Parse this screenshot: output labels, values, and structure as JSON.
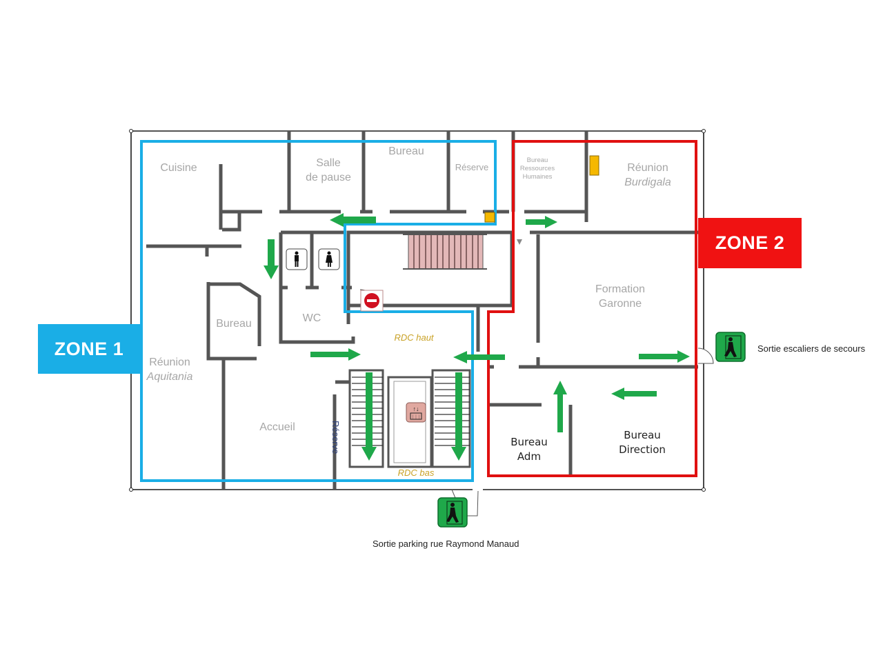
{
  "floor_plan": {
    "zones": [
      {
        "id": "zone1",
        "label": "ZONE 1",
        "color": "#1aaee6"
      },
      {
        "id": "zone2",
        "label": "ZONE 2",
        "color": "#f01212"
      }
    ],
    "rooms": {
      "cuisine": "Cuisine",
      "salle_pause_l1": "Salle",
      "salle_pause_l2": "de pause",
      "bureau_top": "Bureau",
      "reserve_top": "Réserve",
      "bureau_rh_l1": "Bureau",
      "bureau_rh_l2": "Ressources",
      "bureau_rh_l3": "Humaines",
      "reunion_burdigala_l1": "Réunion",
      "reunion_burdigala_l2": "Burdigala",
      "wc": "WC",
      "bureau_left": "Bureau",
      "reunion_aquitania_l1": "Réunion",
      "reunion_aquitania_l2": "Aquitania",
      "accueil": "Accueil",
      "reserve_vertical": "Réserve",
      "formation_l1": "Formation",
      "formation_l2": "Garonne",
      "bureau_adm_l1": "Bureau",
      "bureau_adm_l2": "Adm",
      "bureau_direction_l1": "Bureau",
      "bureau_direction_l2": "Direction"
    },
    "levels": {
      "rdc_haut": "RDC haut",
      "rdc_bas": "RDC bas"
    },
    "exits": {
      "stairs_exit_caption": "Sortie escaliers de secours",
      "parking_exit_caption": "Sortie parking rue Raymond Manaud"
    },
    "signs": {
      "wc_men": "men-restroom-icon",
      "wc_women": "women-restroom-icon",
      "no_entry": "no-entry-icon",
      "elevator": "elevator-icon",
      "emergency_exit": "emergency-exit-icon",
      "extinguisher_color": "#f5b800"
    },
    "colors": {
      "evacuation_arrow": "#1fa84a",
      "walls": "#555555",
      "stairs_fill": "#e3b8b8",
      "rdc_text": "#c9a227"
    }
  }
}
